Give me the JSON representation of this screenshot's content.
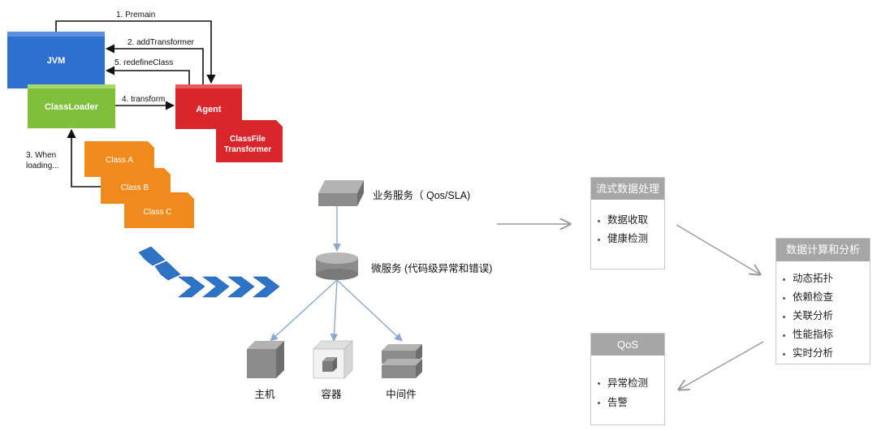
{
  "jvm_diagram": {
    "jvm_label": "JVM",
    "classloader_label": "ClassLoader",
    "agent_label": "Agent",
    "transformer_label_line1": "ClassFile",
    "transformer_label_line2": "Transformer",
    "class_a_label": "Class A",
    "class_b_label": "Class B",
    "class_c_label": "Class C",
    "premain_label": "1. Premain",
    "add_transformer_label": "2. addTransformer",
    "when_loading_line1": "3. When",
    "when_loading_line2": "loading...",
    "transform_label": "4. transform",
    "redefine_class_label": "5. redefineClass"
  },
  "topology": {
    "business_service_label": "业务服务（ Qos/SLA)",
    "microservice_label": "微服务 (代码级异常和错误)",
    "host_label": "主机",
    "container_label": "容器",
    "middleware_label": "中间件"
  },
  "stream_panel": {
    "title": "流式数据处理",
    "items": [
      "数据收取",
      "健康检测"
    ]
  },
  "compute_panel": {
    "title": "数据计算和分析",
    "items": [
      "动态拓扑",
      "依赖检查",
      "关联分析",
      "性能指标",
      "实时分析"
    ]
  },
  "qos_panel": {
    "title": "QoS",
    "items": [
      "异常检测",
      "告警"
    ]
  },
  "colors": {
    "jvm_blue": "#2f6fd0",
    "classloader_green": "#7fbf3a",
    "agent_red": "#d8262c",
    "class_orange": "#f08a1c",
    "chevron_blue": "#2e74c6",
    "panel_header_gray": "#a6a6a6",
    "connector_blue": "#8aa9cc"
  }
}
